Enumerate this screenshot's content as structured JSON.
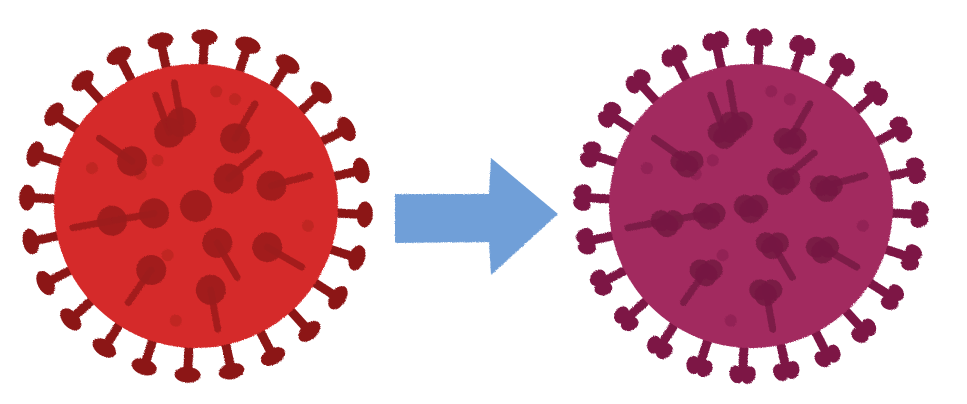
{
  "illustration": {
    "before_virus": {
      "kind": "virus-icon",
      "spike_count": 24,
      "colors": {
        "body": "#d52b29",
        "body_light": "#de3a34",
        "spots": "#9c1b1d",
        "spikes": "#8c1619"
      }
    },
    "arrow": {
      "kind": "arrow-right-icon",
      "color": "#6f9fd8"
    },
    "after_virus": {
      "kind": "virus-icon",
      "spike_count": 24,
      "spike_style": "forked",
      "colors": {
        "body": "#a2295e",
        "body_light": "#ad3368",
        "spots": "#761a43",
        "spikes": "#7d1745"
      }
    }
  }
}
